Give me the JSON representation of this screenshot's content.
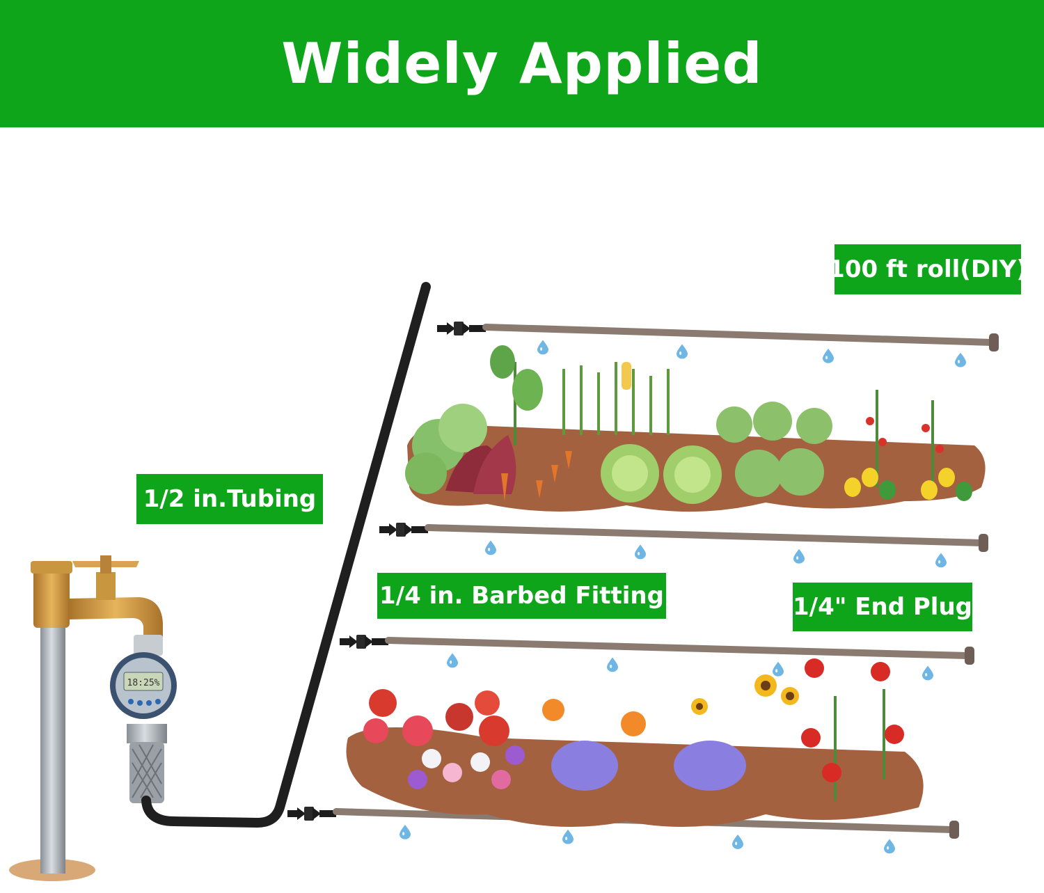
{
  "banner": {
    "title": "Widely Applied",
    "color": "#0fa51a"
  },
  "labels": {
    "roll": "100 ft roll(DIY)",
    "tubing": "1/2 in.Tubing",
    "fitting": "1/4 in. Barbed Fitting",
    "plug": "1/4\" End Plug"
  },
  "timer": {
    "display": "18:25%"
  },
  "colors": {
    "label_bg": "#0fa51a",
    "drip_line": "#8a7a70",
    "soil": "#a4613f",
    "main_tube": "#1f1f1f",
    "water_drop": "#6fb6e4",
    "brass": "#c8963e"
  },
  "icons": [
    "faucet-icon",
    "water-timer-icon",
    "barbed-fitting-icon",
    "end-plug-icon",
    "water-drop-icon",
    "vegetable-bed-icon",
    "flower-bed-icon"
  ]
}
